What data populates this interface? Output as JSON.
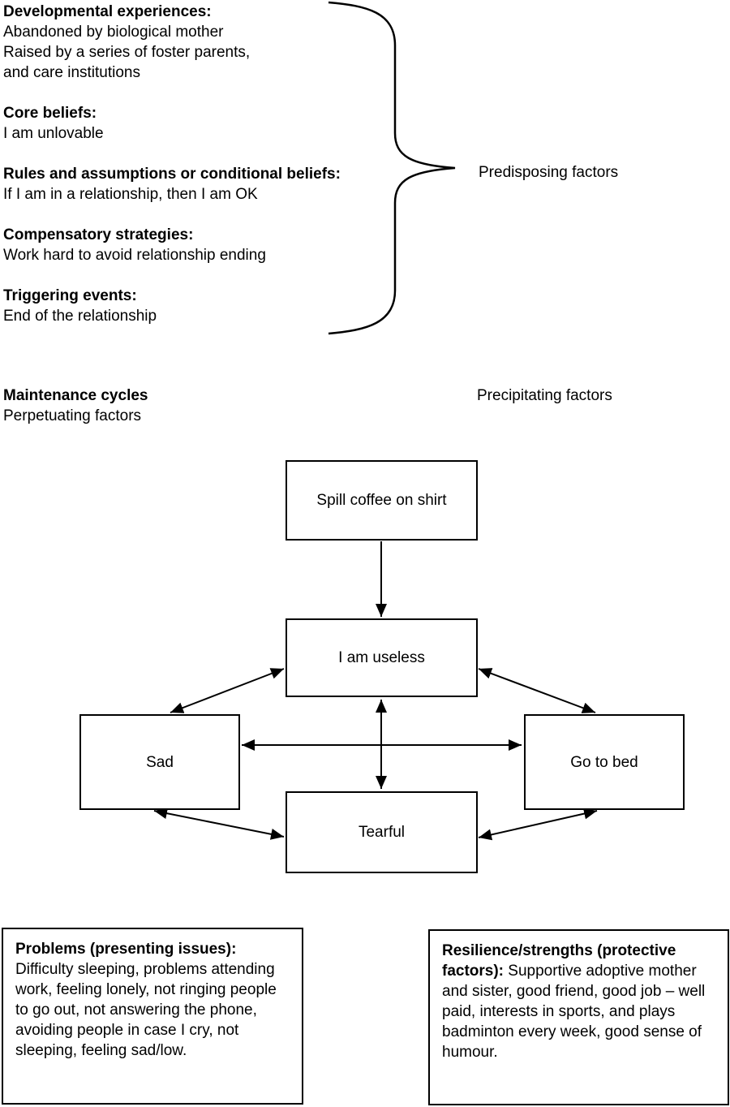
{
  "colors": {
    "ink": "#000000",
    "paper": "#ffffff"
  },
  "formulation": {
    "sections": [
      {
        "heading": "Developmental experiences:",
        "lines": [
          "Abandoned by biological mother",
          "Raised by a series of foster parents,",
          "and care institutions"
        ]
      },
      {
        "heading": "Core beliefs:",
        "lines": [
          "I am unlovable"
        ]
      },
      {
        "heading": "Rules and assumptions or conditional beliefs:",
        "lines": [
          "If I am in a relationship, then I am OK"
        ]
      },
      {
        "heading": "Compensatory strategies:",
        "lines": [
          "Work hard to avoid relationship ending"
        ]
      },
      {
        "heading": "Triggering events:",
        "lines": [
          "End of the relationship"
        ]
      }
    ],
    "predisposing_label": "Predisposing factors",
    "maintenance_heading": "Maintenance cycles",
    "perpetuating_label": "Perpetuating factors",
    "precipitating_label": "Precipitating factors"
  },
  "cycle": {
    "trigger_box": "Spill coffee on shirt",
    "thought_box": "I am useless",
    "left_box": "Sad",
    "right_box": "Go to bed",
    "bottom_box": "Tearful"
  },
  "notes": {
    "problems": {
      "heading": "Problems (presenting issues):",
      "text": "Difficulty sleeping, problems attending work, feeling lonely, not ringing people to go out, not answering the phone, avoiding people in case I cry, not sleeping, feeling sad/low."
    },
    "resilience": {
      "heading": "Resilience/strengths (protective factors):",
      "text": "Supportive adoptive mother and sister, good friend, good job – well paid, interests in sports, and plays badminton every week, good sense of humour."
    }
  }
}
